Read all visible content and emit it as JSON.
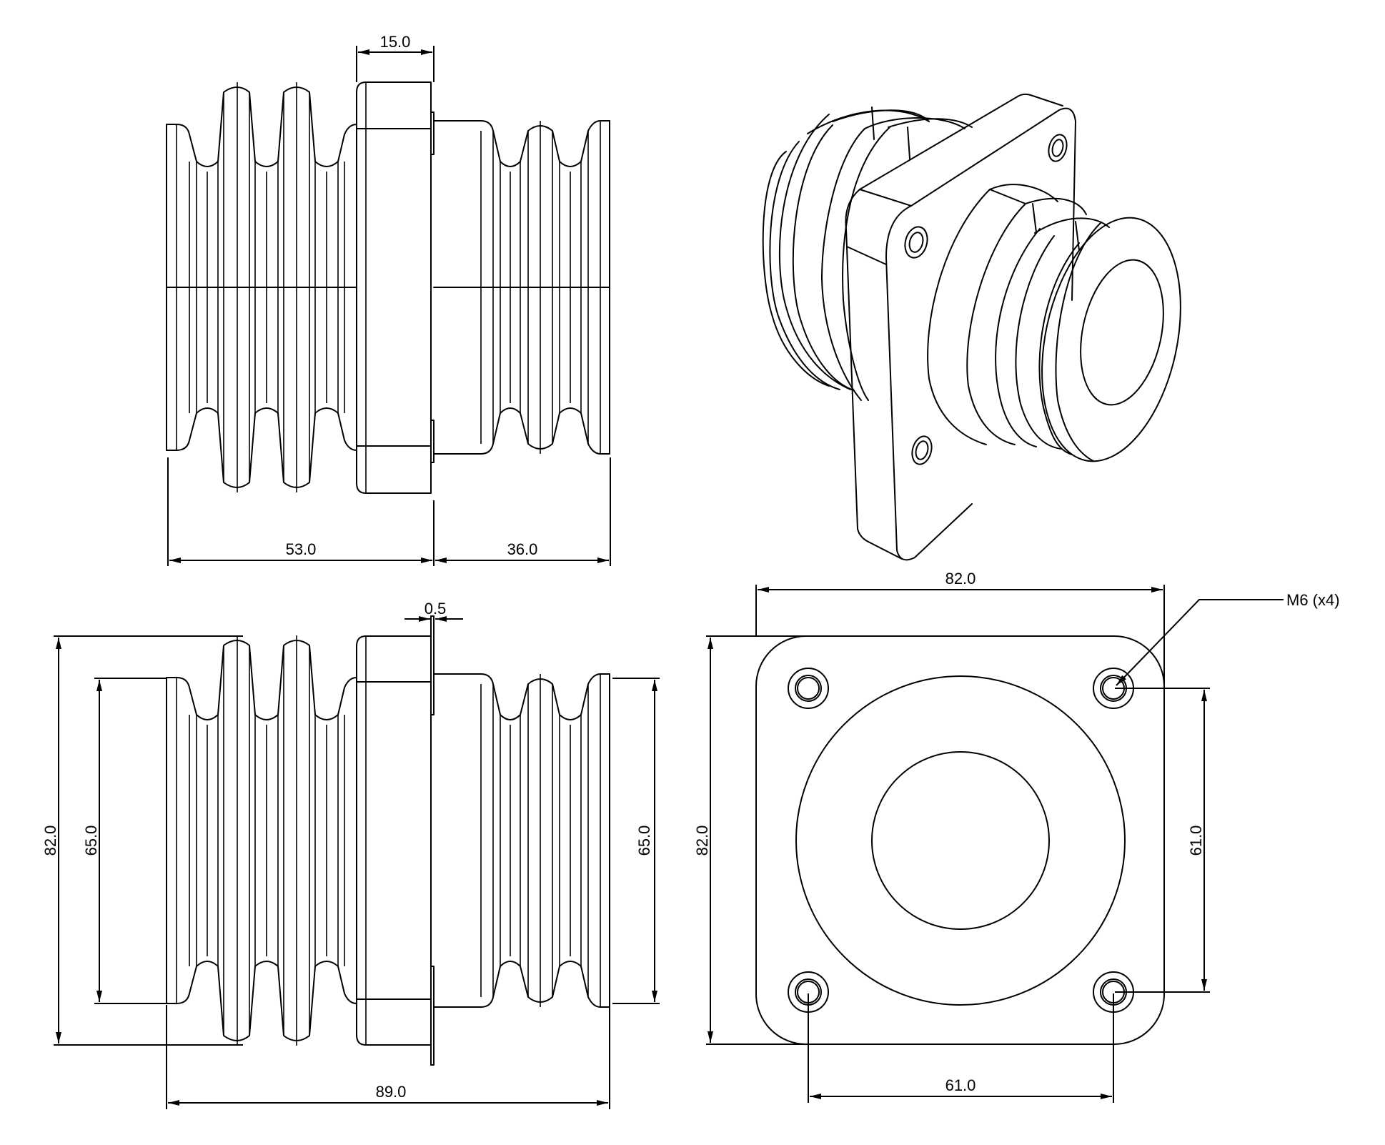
{
  "drawing": {
    "title": "Bellows bushing with square mounting flange",
    "views": [
      "side-view-top",
      "isometric-view",
      "side-view-bottom",
      "front-view-flange"
    ],
    "stroke_color": "#000000",
    "background_color": "#ffffff"
  },
  "dimensions": {
    "flange_thickness": "15.0",
    "left_section_length": "53.0",
    "right_section_length": "36.0",
    "plate_step": "0.5",
    "overall_height_side": "82.0",
    "end_diameter_left": "65.0",
    "end_diameter_right": "65.0",
    "overall_length": "89.0",
    "flange_width": "82.0",
    "flange_height": "82.0",
    "hole_spacing_vertical": "61.0",
    "hole_spacing_horizontal": "61.0"
  },
  "callouts": {
    "mounting_holes": "M6 (x4)"
  }
}
